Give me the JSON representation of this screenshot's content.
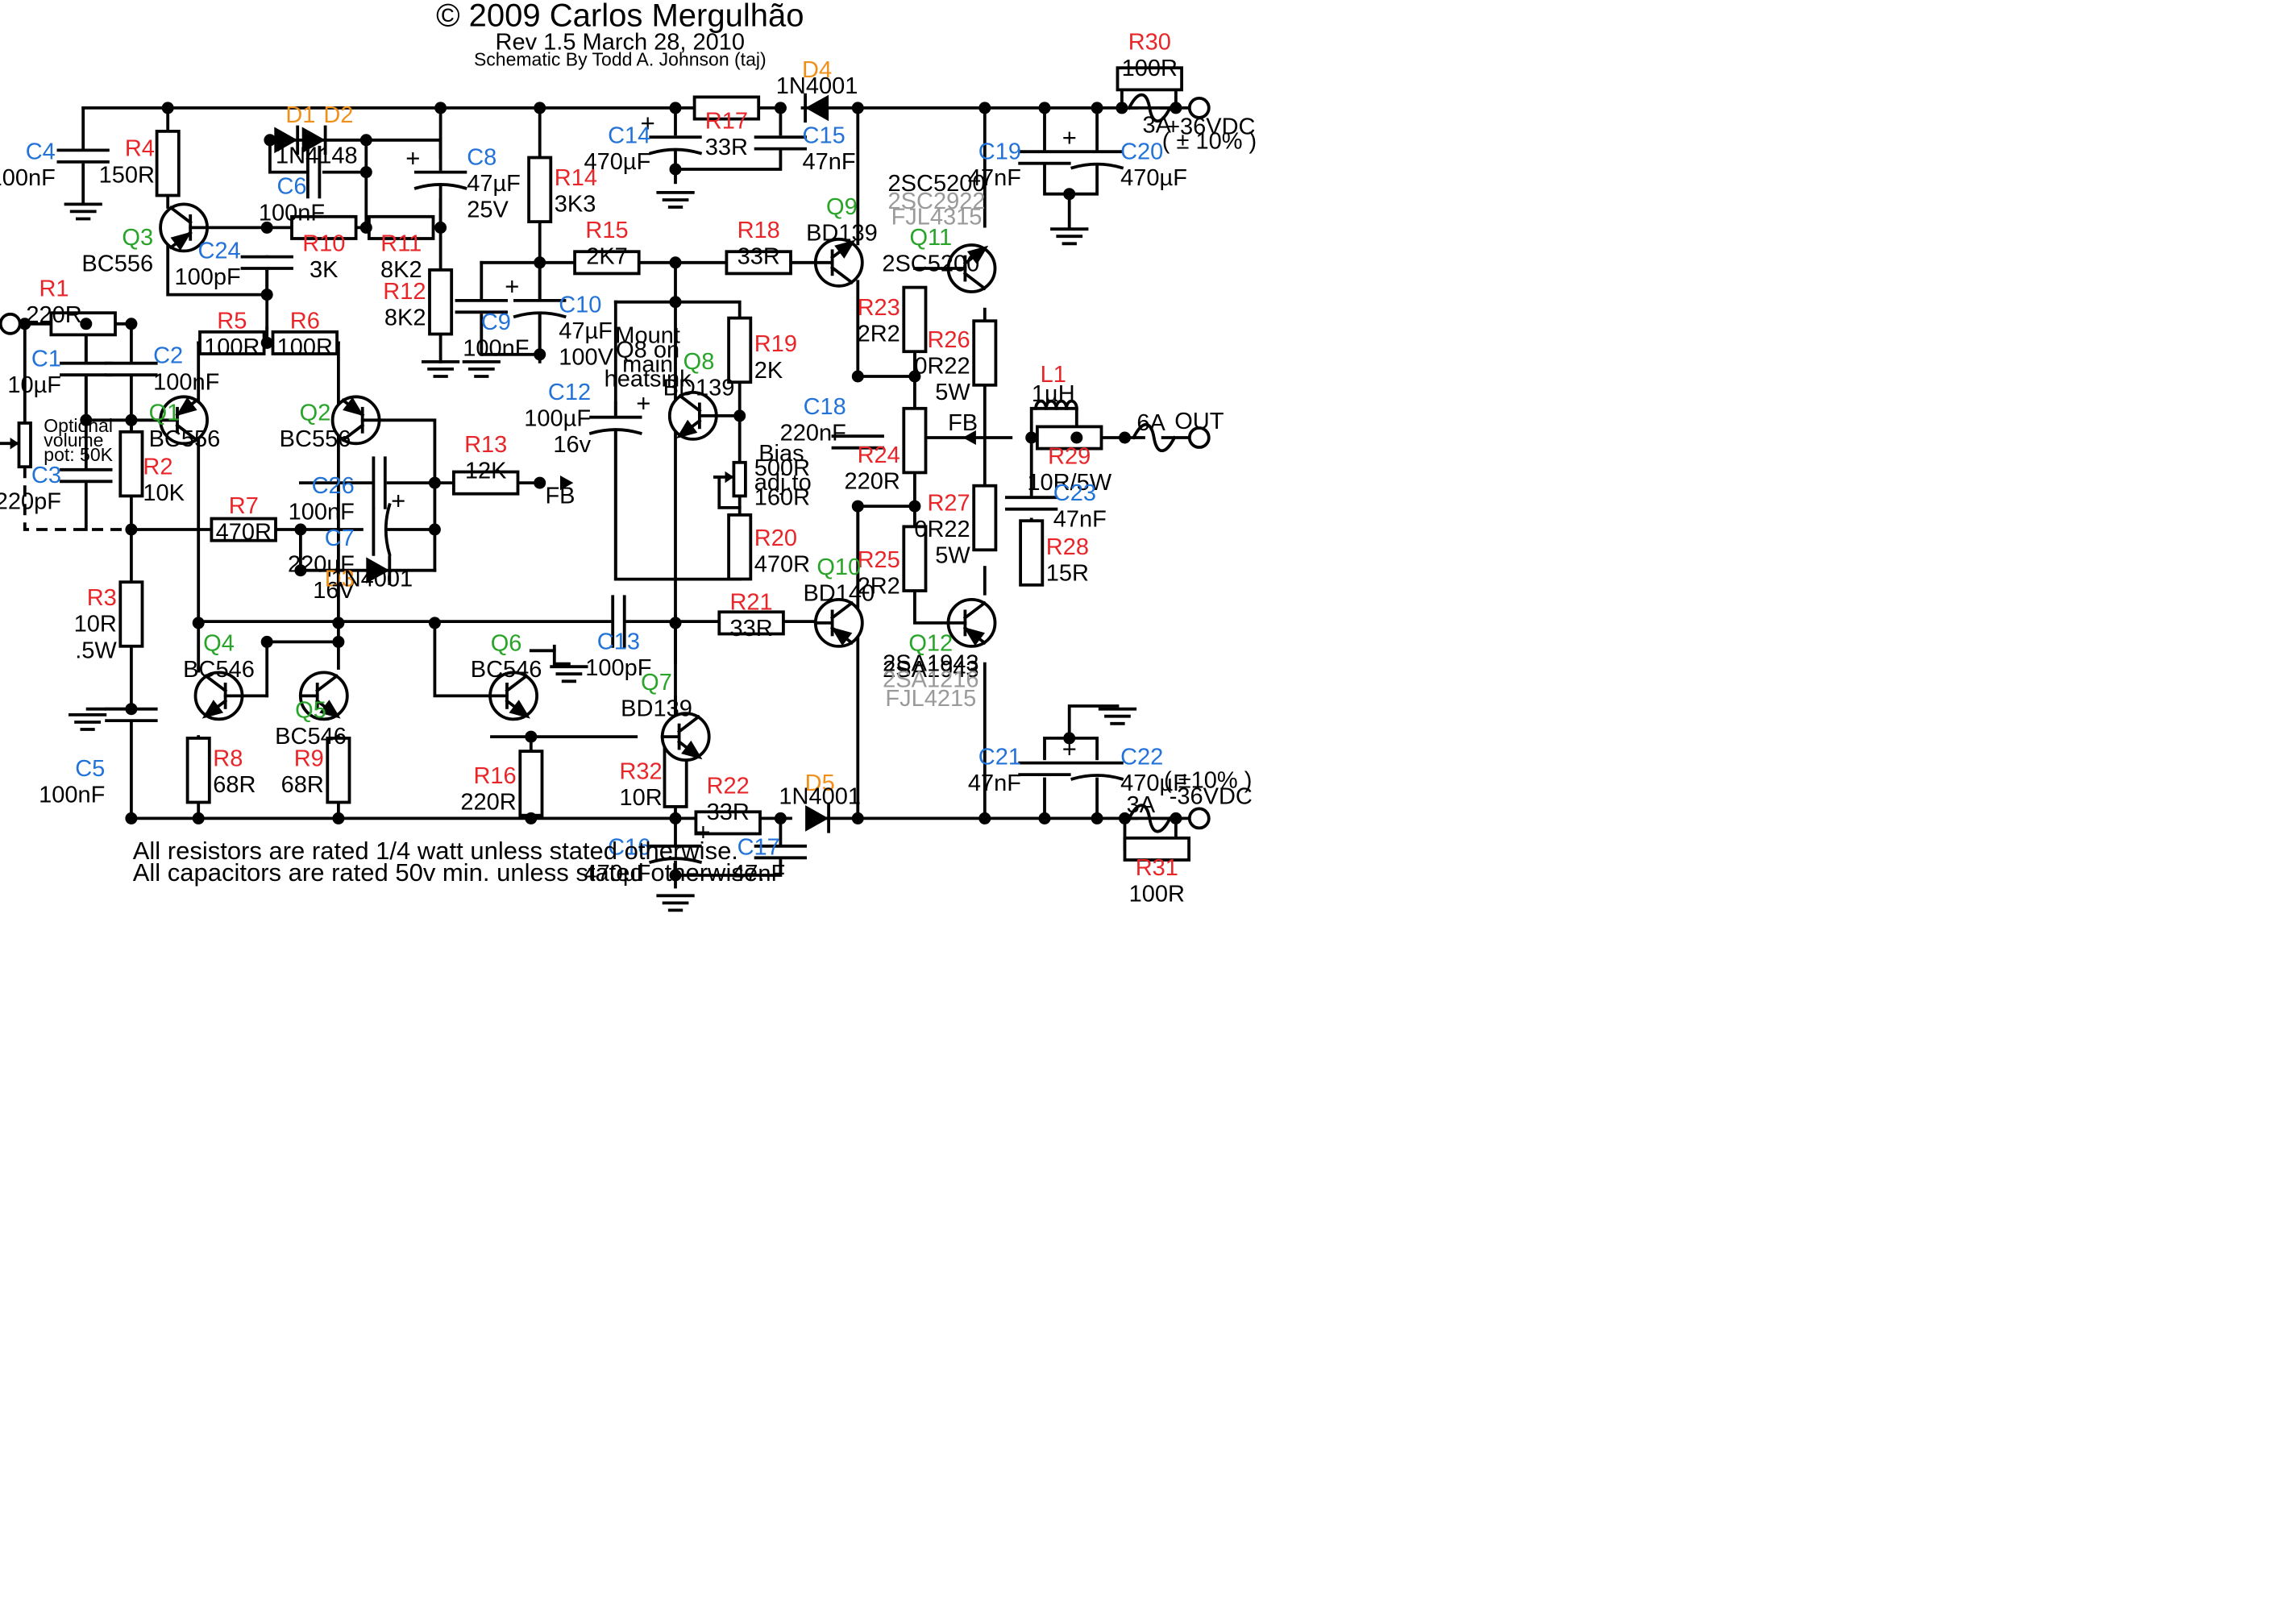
{
  "header": {
    "title": "© 2009 Carlos Mergulhão",
    "rev": "Rev 1.5   March 28, 2010",
    "credit": "Schematic By Todd A. Johnson (taj)"
  },
  "notes": [
    "All resistors are rated 1/4 watt unless stated otherwise.",
    "All capacitors are rated 50v min. unless stated otherwise."
  ],
  "supply": {
    "pos": "+36VDC",
    "pos_tol": "( ± 10% )",
    "neg": "-36VDC",
    "neg_tol": "( ±10% )"
  },
  "fuses": {
    "pos": "3A",
    "neg": "3A",
    "out": "6A"
  },
  "io": {
    "out": "OUT",
    "fb": "FB",
    "fb2": "FB"
  },
  "pot": {
    "l1": "Optional",
    "l2": "volume",
    "l3": "pot: 50K"
  },
  "mount": {
    "l1": "Mount",
    "l2": "Q8 on",
    "l3": "main",
    "l4": "heatsink"
  },
  "bias": {
    "l1": "Bias",
    "l2": "500R",
    "l3": "adj.to",
    "l4": "160R"
  },
  "resistors": [
    {
      "name": "R1",
      "value": "220R"
    },
    {
      "name": "R2",
      "value": "10K"
    },
    {
      "name": "R3",
      "value": "10R",
      "value2": ".5W"
    },
    {
      "name": "R4",
      "value": "150R"
    },
    {
      "name": "R5",
      "value": "100R"
    },
    {
      "name": "R6",
      "value": "100R"
    },
    {
      "name": "R7",
      "value": "470R"
    },
    {
      "name": "R8",
      "value": "68R"
    },
    {
      "name": "R9",
      "value": "68R"
    },
    {
      "name": "R10",
      "value": "3K"
    },
    {
      "name": "R11",
      "value": "8K2"
    },
    {
      "name": "R12",
      "value": "8K2"
    },
    {
      "name": "R13",
      "value": "12K"
    },
    {
      "name": "R14",
      "value": "3K3"
    },
    {
      "name": "R15",
      "value": "2K7"
    },
    {
      "name": "R16",
      "value": "220R"
    },
    {
      "name": "R17",
      "value": "33R"
    },
    {
      "name": "R18",
      "value": "33R"
    },
    {
      "name": "R19",
      "value": "2K"
    },
    {
      "name": "R20",
      "value": "470R"
    },
    {
      "name": "R21",
      "value": "33R"
    },
    {
      "name": "R22",
      "value": "33R"
    },
    {
      "name": "R23",
      "value": "2R2"
    },
    {
      "name": "R24",
      "value": "220R"
    },
    {
      "name": "R25",
      "value": "2R2"
    },
    {
      "name": "R26",
      "value": "0R22",
      "value2": "5W"
    },
    {
      "name": "R27",
      "value": "0R22",
      "value2": "5W"
    },
    {
      "name": "R28",
      "value": "15R"
    },
    {
      "name": "R29",
      "value": "10R/5W"
    },
    {
      "name": "R30",
      "value": "100R"
    },
    {
      "name": "R31",
      "value": "100R"
    },
    {
      "name": "R32",
      "value": "10R"
    }
  ],
  "capacitors": [
    {
      "name": "C1",
      "value": "10µF"
    },
    {
      "name": "C2",
      "value": "100nF"
    },
    {
      "name": "C3",
      "value": "220pF"
    },
    {
      "name": "C4",
      "value": "100nF"
    },
    {
      "name": "C5",
      "value": "100nF"
    },
    {
      "name": "C6",
      "value": "100nF"
    },
    {
      "name": "C7",
      "value": "220µF",
      "value2": "16V"
    },
    {
      "name": "C8",
      "value": "47µF",
      "value2": "25V"
    },
    {
      "name": "C9",
      "value": "100nF"
    },
    {
      "name": "C10",
      "value": "47µF",
      "value2": "100V"
    },
    {
      "name": "C12",
      "value": "100µF",
      "value2": "16v"
    },
    {
      "name": "C13",
      "value": "100pF"
    },
    {
      "name": "C14",
      "value": "470µF"
    },
    {
      "name": "C15",
      "value": "47nF"
    },
    {
      "name": "C16",
      "value": "470µF"
    },
    {
      "name": "C17",
      "value": "47nF"
    },
    {
      "name": "C18",
      "value": "220nF"
    },
    {
      "name": "C19",
      "value": "47nF"
    },
    {
      "name": "C20",
      "value": "470µF"
    },
    {
      "name": "C21",
      "value": "47nF"
    },
    {
      "name": "C22",
      "value": "470µF"
    },
    {
      "name": "C23",
      "value": "47nF"
    },
    {
      "name": "C24",
      "value": "100pF"
    },
    {
      "name": "C26",
      "value": "100nF"
    }
  ],
  "diodes": [
    {
      "name": "D1",
      "value": "1N4148"
    },
    {
      "name": "D2",
      "value": ""
    },
    {
      "name": "D3",
      "value": "1N4001"
    },
    {
      "name": "D4",
      "value": "1N4001"
    },
    {
      "name": "D5",
      "value": "1N4001"
    }
  ],
  "transistors": [
    {
      "name": "Q1",
      "type": "BC556"
    },
    {
      "name": "Q2",
      "type": "BC556"
    },
    {
      "name": "Q3",
      "type": "BC556"
    },
    {
      "name": "Q4",
      "type": "BC546"
    },
    {
      "name": "Q5",
      "type": "BC546"
    },
    {
      "name": "Q6",
      "type": "BC546"
    },
    {
      "name": "Q7",
      "type": "BD139"
    },
    {
      "name": "Q8",
      "type": "BD139"
    },
    {
      "name": "Q9",
      "type": "BD139"
    },
    {
      "name": "Q10",
      "type": "BD140"
    },
    {
      "name": "Q11",
      "type": "2SC5200",
      "alt1": "2SC2922",
      "alt2": "FJL4315"
    },
    {
      "name": "Q12",
      "type": "2SA1943",
      "alt1": "2SA1216",
      "alt2": "FJL4215"
    }
  ],
  "inductors": [
    {
      "name": "L1",
      "value": "1µH"
    }
  ],
  "colors": {
    "resistor": "#e8262a",
    "capacitor": "#2272d8",
    "transistor": "#28a428",
    "diode": "#f0901a",
    "alt": "#9a9a9a"
  }
}
